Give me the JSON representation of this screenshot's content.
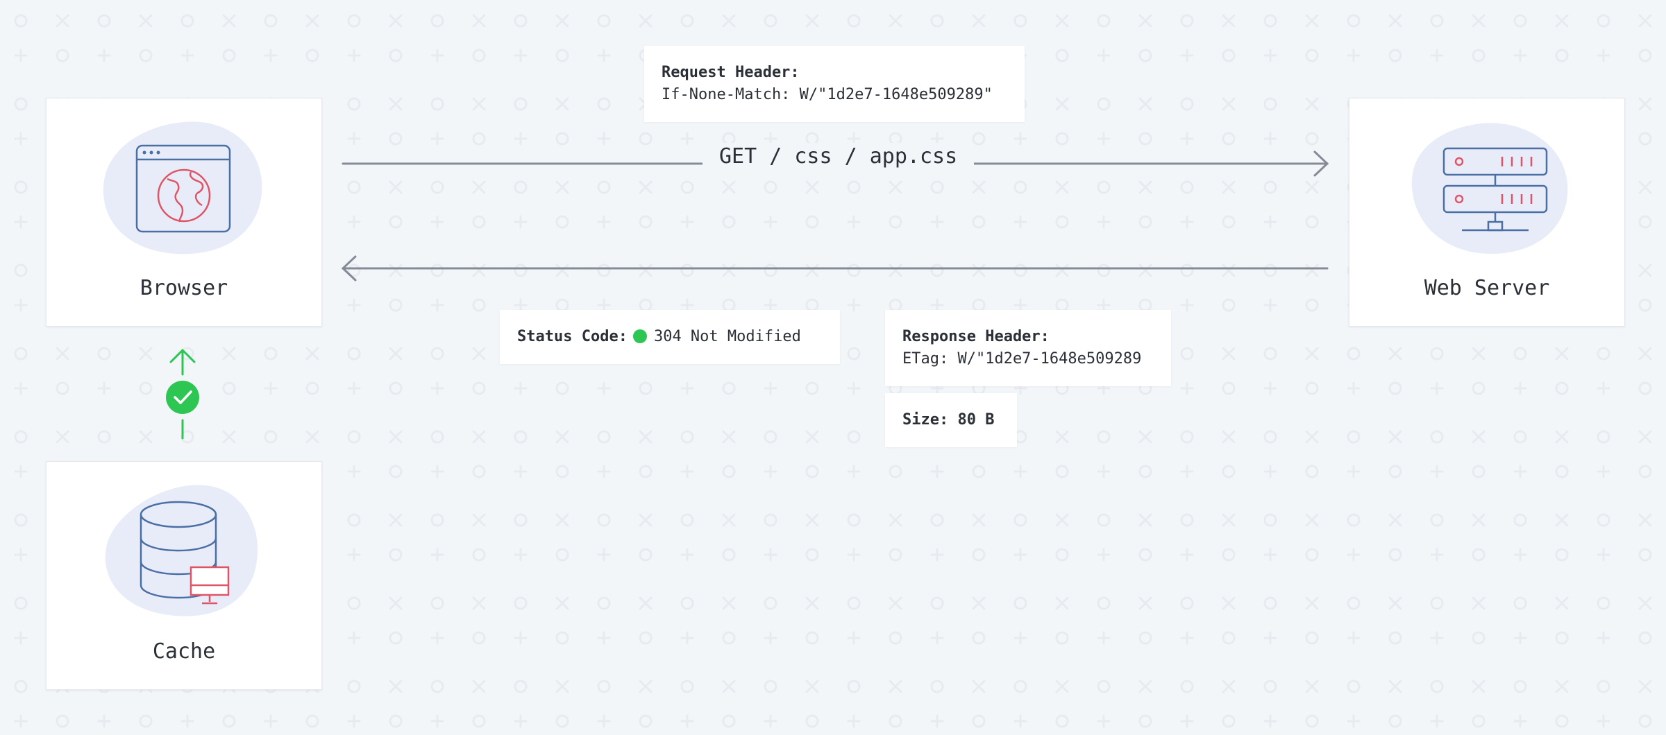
{
  "nodes": {
    "browser": {
      "label": "Browser"
    },
    "web_server": {
      "label": "Web Server"
    },
    "cache": {
      "label": "Cache"
    }
  },
  "request": {
    "line": "GET / css / app.css",
    "header_title": "Request Header:",
    "header_value": "If-None-Match: W/\"1d2e7-1648e509289\""
  },
  "response": {
    "status_label": "Status Code:",
    "status_value": "304 Not Modified",
    "header_title": "Response Header:",
    "header_value": "ETag: W/\"1d2e7-1648e509289",
    "size_label": "Size: 80 B"
  },
  "colors": {
    "accent_red": "#e05566",
    "accent_blue": "#4a6fa5",
    "success_green": "#2dc653",
    "blob": "#e8ecf8",
    "arrow": "#858b96"
  }
}
